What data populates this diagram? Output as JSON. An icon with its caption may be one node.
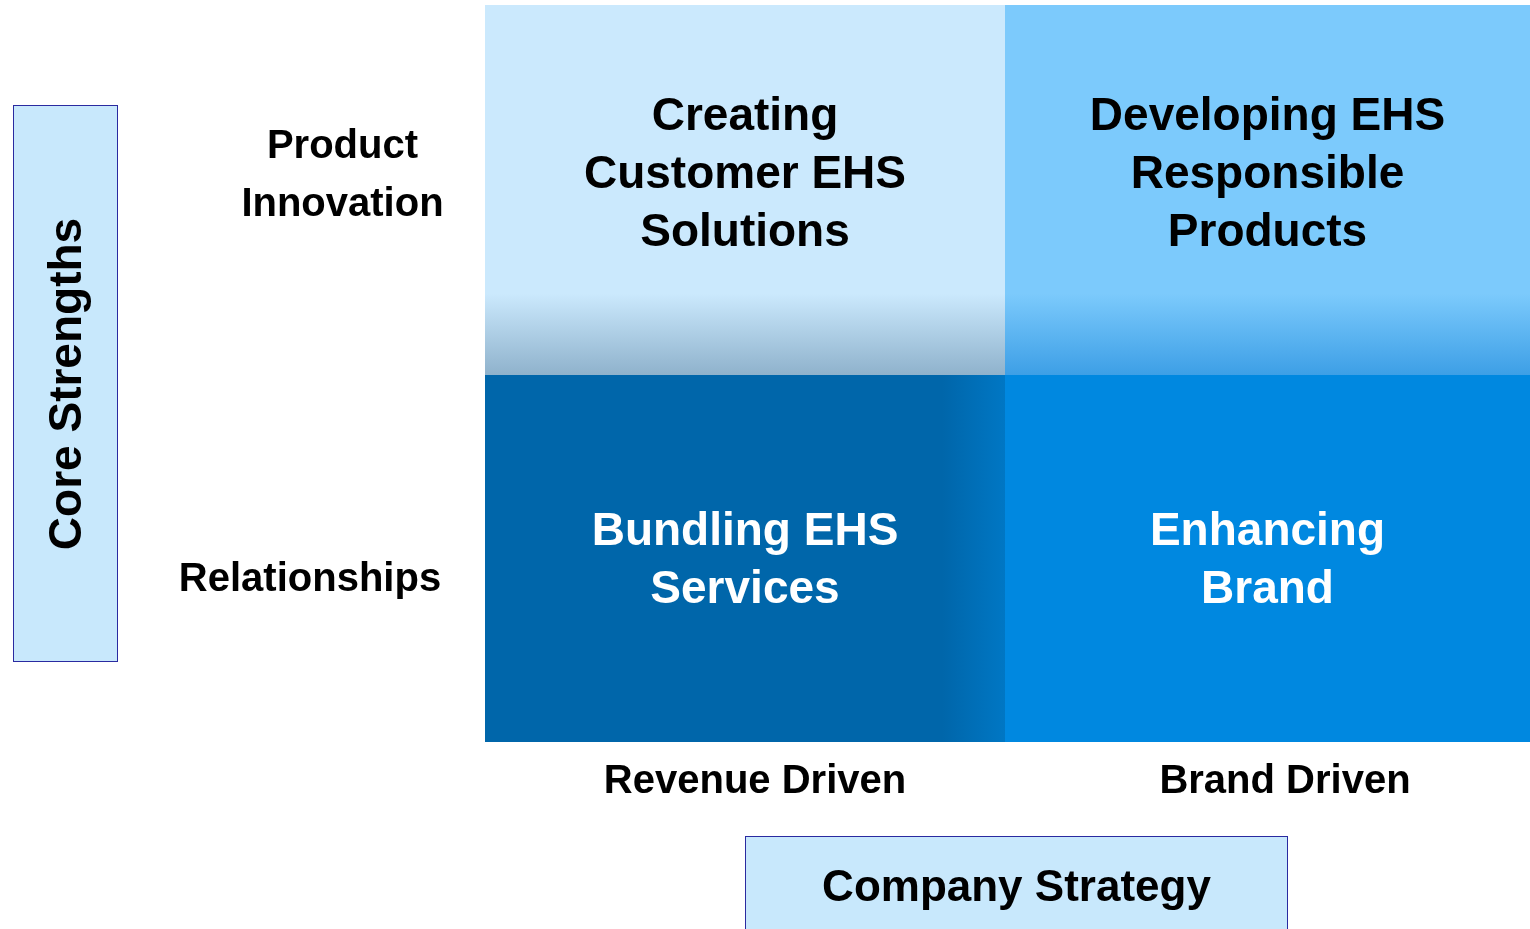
{
  "diagram": {
    "nodes": [
      {
        "text": [
          "Core Strengths"
        ]
      },
      {
        "text": [
          "Creating Customer EHS Solutions"
        ]
      },
      {
        "text": [
          "Developing EHS Responsible Products"
        ]
      },
      {
        "text": [
          "Bundling EHS Services"
        ]
      },
      {
        "text": [
          "Enhancing Brand"
        ]
      },
      {
        "text": [
          "Company Strategy"
        ]
      }
    ],
    "labels": [
      "Product Innovation",
      "Relationships",
      "Revenue Driven",
      "Brand Driven"
    ]
  }
}
